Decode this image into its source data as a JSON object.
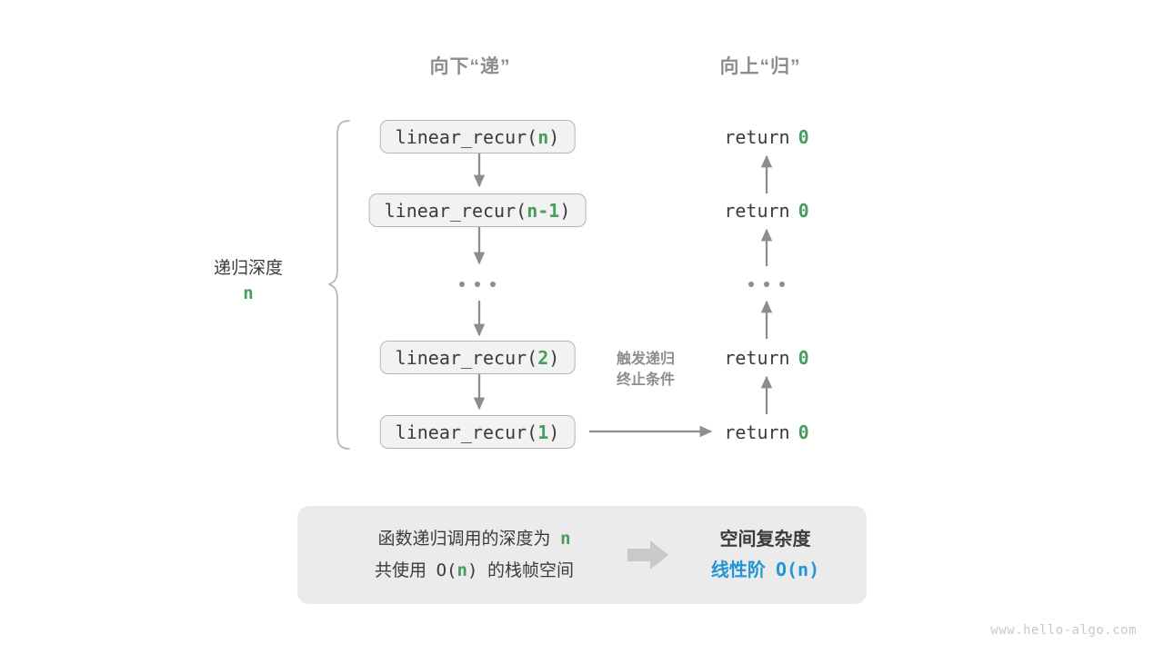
{
  "headers": {
    "down": "向下“递”",
    "up": "向上“归”"
  },
  "colors": {
    "accent_green": "#479d5d",
    "accent_blue": "#2196d6",
    "text": "#3b3b3b",
    "muted": "#8d8d8d",
    "box_fill": "#f2f2f2",
    "box_border": "#b5b5b5",
    "panel_bg": "#ebebeb",
    "arrow": "#8d8d8d",
    "watermark": "#c8c8c8"
  },
  "stack": {
    "rows": [
      {
        "type": "call",
        "prefix": "linear_recur(",
        "arg": "n",
        "suffix": ")",
        "ret_text": "return",
        "ret_value": "0"
      },
      {
        "type": "call",
        "prefix": "linear_recur(",
        "arg": "n-1",
        "suffix": ")",
        "ret_text": "return",
        "ret_value": "0"
      },
      {
        "type": "dots",
        "label": "..."
      },
      {
        "type": "call",
        "prefix": "linear_recur(",
        "arg": "2",
        "suffix": ")",
        "ret_text": "return",
        "ret_value": "0"
      },
      {
        "type": "call",
        "prefix": "linear_recur(",
        "arg": "1",
        "suffix": ")",
        "ret_text": "return",
        "ret_value": "0"
      }
    ]
  },
  "depth_annotation": {
    "label": "递归深度",
    "value": "n"
  },
  "trigger_note": {
    "line1": "触发递归",
    "line2": "终止条件"
  },
  "summary": {
    "left_line1_a": "函数递归调用的深度为",
    "left_line1_n": "n",
    "left_line2_a": "共使用",
    "left_line2_o": "O(",
    "left_line2_n": "n",
    "left_line2_c": ")",
    "left_line2_b": "的栈帧空间",
    "arrow_icon": "right-arrow-icon",
    "right_title": "空间复杂度",
    "right_value_label": "线性阶",
    "right_value_formula": "O(n)"
  },
  "watermark": "www.hello-algo.com"
}
